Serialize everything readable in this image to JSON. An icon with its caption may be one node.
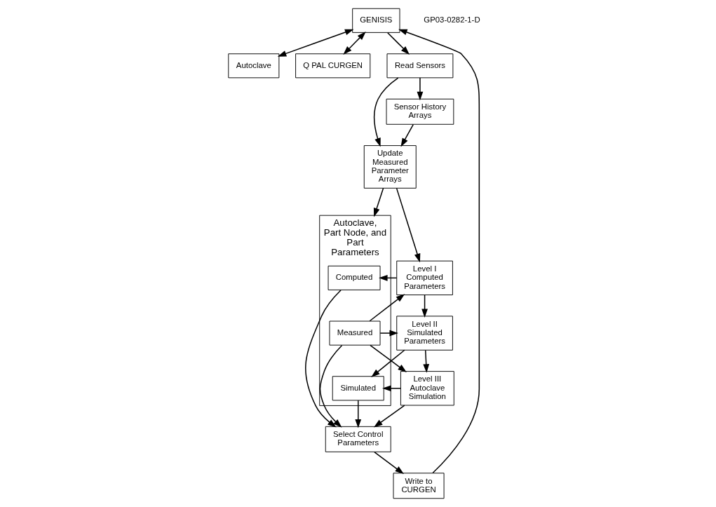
{
  "diagram": {
    "nodes": [
      {
        "text": [
          "Autoclave"
        ]
      },
      {
        "text": [
          "GENISIS"
        ]
      },
      {
        "text": [
          "Q PAL CURGEN"
        ]
      },
      {
        "text": [
          "Read Sensors"
        ]
      },
      {
        "text": [
          "Sensor History Arrays"
        ]
      },
      {
        "text": [
          "Update Measured Parameter Arrays"
        ]
      },
      {
        "text": [
          "Write to CURGEN"
        ]
      },
      {
        "text": [
          "Autoclave, Part Node, and Part Parameters"
        ]
      },
      {
        "text": [
          "Computed"
        ],
        "in": 7
      },
      {
        "text": [
          "Measured"
        ],
        "in": 7
      },
      {
        "text": [
          "Simulated"
        ],
        "in": 7
      },
      {
        "text": [
          "Select Control Parameters"
        ]
      },
      {
        "text": [
          "Level I Computed Parameters"
        ]
      },
      {
        "text": [
          "Level II Simulated Parameters"
        ]
      },
      {
        "text": [
          "Level III Autoclave Simulation"
        ]
      }
    ],
    "edges": [
      {
        "from": 1,
        "to": 0,
        "arrow": "both"
      },
      {
        "from": 1,
        "to": 2,
        "arrow": "both"
      },
      {
        "from": 1,
        "to": 3,
        "arrow": "to"
      },
      {
        "from": 3,
        "to": 4,
        "arrow": "to"
      },
      {
        "from": 3,
        "to": 5,
        "arrow": "to"
      },
      {
        "from": 4,
        "to": 5,
        "arrow": "to"
      },
      {
        "from": 5,
        "to": 7,
        "arrow": "to"
      },
      {
        "from": 5,
        "to": 12,
        "arrow": "to"
      },
      {
        "from": 12,
        "to": 8,
        "arrow": "to"
      },
      {
        "from": 8,
        "to": 11,
        "arrow": "to"
      },
      {
        "from": 9,
        "to": 11,
        "arrow": "to"
      },
      {
        "from": 10,
        "to": 11,
        "arrow": "to"
      },
      {
        "from": 9,
        "to": 12,
        "arrow": "to"
      },
      {
        "from": 9,
        "to": 14,
        "arrow": "to"
      },
      {
        "from": 9,
        "to": 13,
        "arrow": "to"
      },
      {
        "from": 12,
        "to": 13,
        "arrow": "to"
      },
      {
        "from": 13,
        "to": 10,
        "arrow": "to"
      },
      {
        "from": 13,
        "to": 14,
        "arrow": "to"
      },
      {
        "from": 14,
        "to": 10,
        "arrow": "to"
      },
      {
        "from": 14,
        "to": 11,
        "arrow": "to"
      },
      {
        "from": 11,
        "to": 6,
        "arrow": "to"
      },
      {
        "from": 6,
        "to": 1,
        "arrow": "to"
      }
    ],
    "labels": [
      "GP03-0282-1-D"
    ]
  }
}
